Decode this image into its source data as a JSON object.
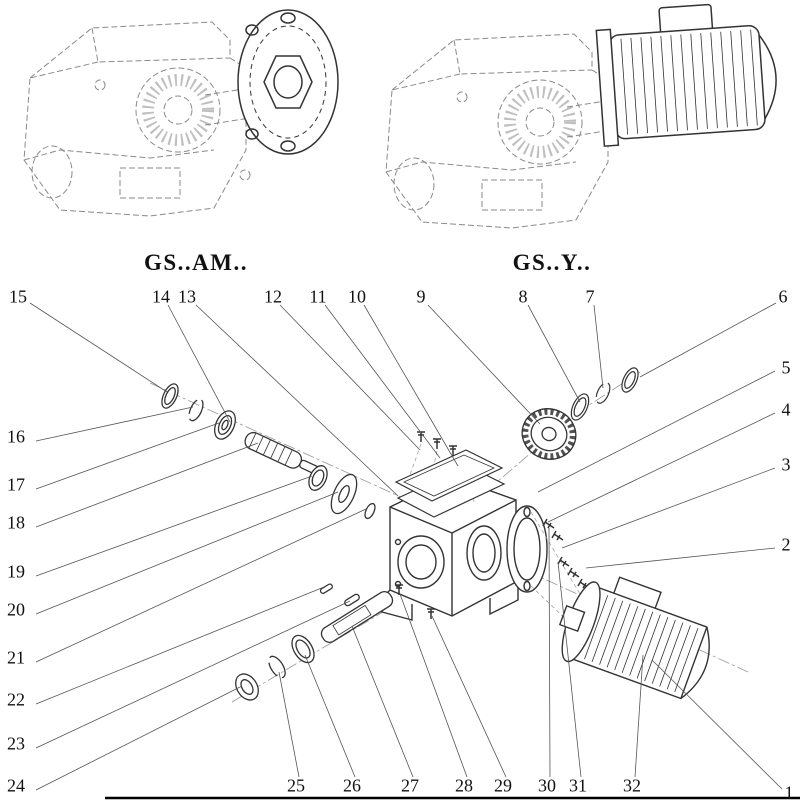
{
  "variants": [
    {
      "label": "GS..AM.."
    },
    {
      "label": "GS..Y.."
    }
  ],
  "callout_numbers": [
    "1",
    "2",
    "3",
    "4",
    "5",
    "6",
    "7",
    "8",
    "9",
    "10",
    "11",
    "12",
    "13",
    "14",
    "15",
    "16",
    "17",
    "18",
    "19",
    "20",
    "21",
    "22",
    "23",
    "24",
    "25",
    "26",
    "27",
    "28",
    "29",
    "30",
    "31",
    "32"
  ],
  "colors": {
    "solid_line": "#333333",
    "phantom_line": "#8a8a8a",
    "leader_line": "#555555",
    "text": "#111111",
    "background": "#ffffff"
  }
}
